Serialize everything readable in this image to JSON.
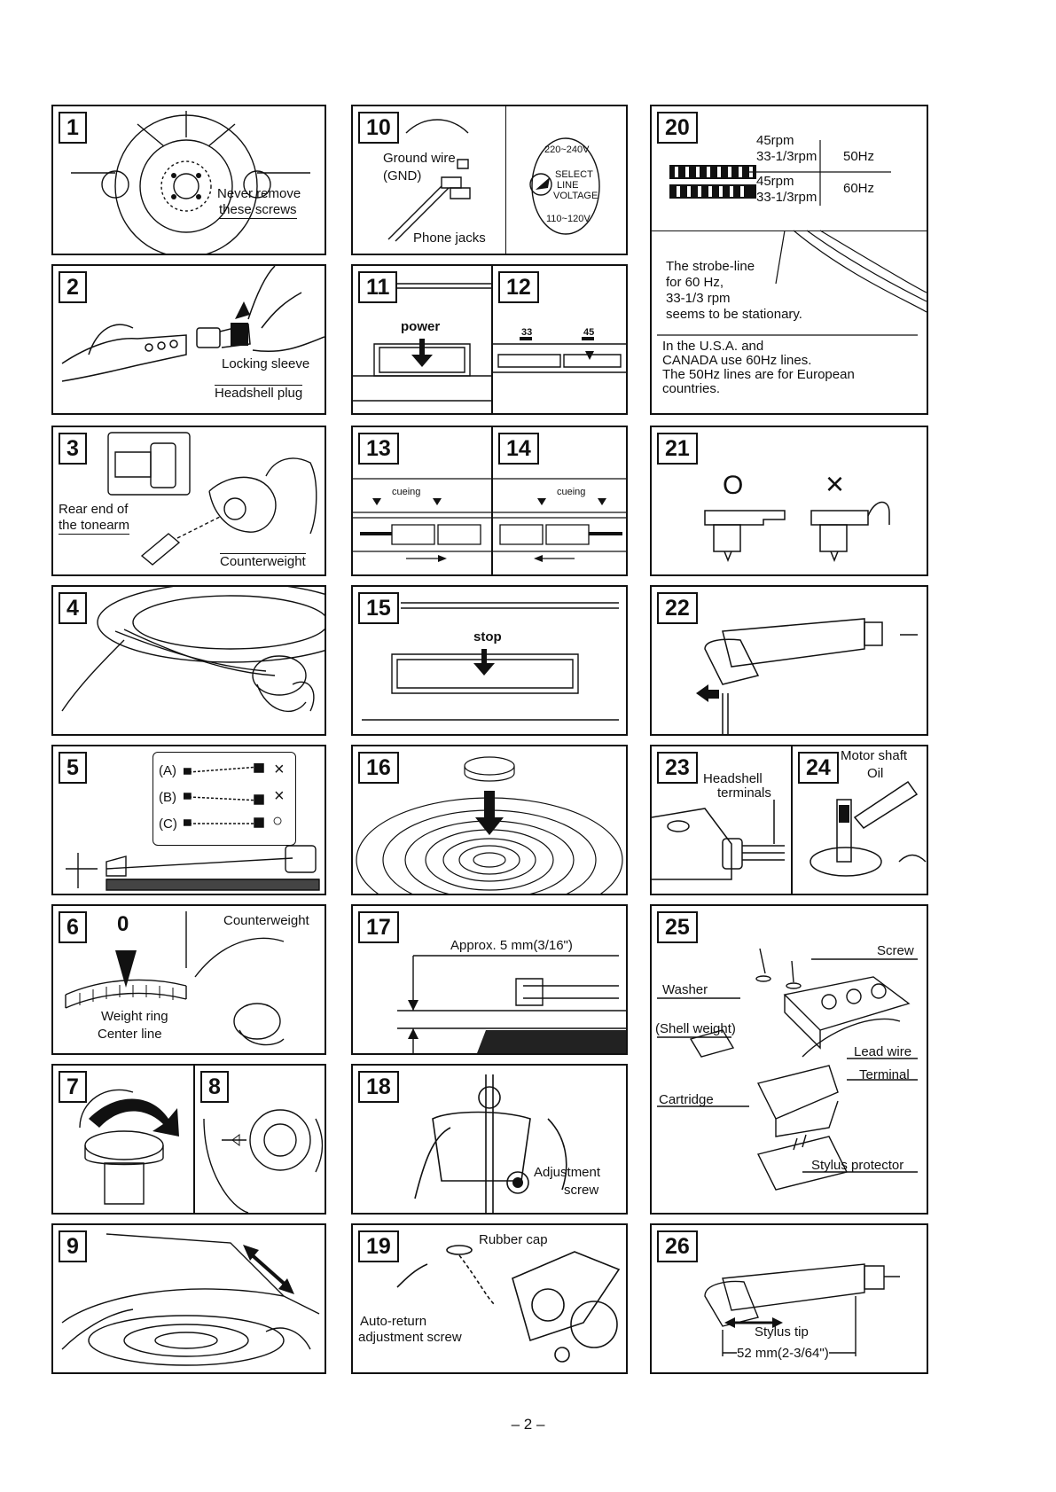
{
  "page": {
    "number": "– 2 –"
  },
  "panels": {
    "p1": {
      "num": "1",
      "labels": [
        "Never remove",
        "these screws"
      ]
    },
    "p2": {
      "num": "2",
      "labels": [
        "Locking sleeve",
        "Headshell plug"
      ]
    },
    "p3": {
      "num": "3",
      "labels": [
        "Rear end of",
        "the tonearm",
        "Counterweight"
      ]
    },
    "p4": {
      "num": "4"
    },
    "p5": {
      "num": "5",
      "options": [
        {
          "label": "(A)",
          "mark": "×"
        },
        {
          "label": "(B)",
          "mark": "×"
        },
        {
          "label": "(C)",
          "mark": "○"
        }
      ]
    },
    "p6": {
      "num": "6",
      "zero": "0",
      "labels": [
        "Counterweight",
        "Weight ring",
        "Center line"
      ]
    },
    "p7": {
      "num": "7"
    },
    "p8": {
      "num": "8"
    },
    "p9": {
      "num": "9"
    },
    "p10": {
      "num": "10",
      "labels": [
        "Ground wire",
        "(GND)",
        "Phone jacks"
      ],
      "selector": [
        "220~240V",
        "SELECT",
        "LINE",
        "VOLTAGE",
        "110~120V"
      ]
    },
    "p11": {
      "num": "11",
      "label": "power"
    },
    "p12": {
      "num": "12",
      "speeds": [
        "33",
        "45"
      ]
    },
    "p13": {
      "num": "13",
      "label": "cueing"
    },
    "p14": {
      "num": "14",
      "label": "cueing"
    },
    "p15": {
      "num": "15",
      "label": "stop"
    },
    "p16": {
      "num": "16"
    },
    "p17": {
      "num": "17",
      "label": "Approx. 5 mm(3/16\")"
    },
    "p18": {
      "num": "18",
      "labels": [
        "Adjustment",
        "screw"
      ]
    },
    "p19": {
      "num": "19",
      "labels": [
        "Rubber cap",
        "Auto-return",
        "adjustment screw"
      ]
    },
    "p20": {
      "num": "20",
      "strobe": [
        "45rpm",
        "33-1/3rpm",
        "45rpm",
        "33-1/3rpm"
      ],
      "freq": [
        "50Hz",
        "60Hz"
      ],
      "note1": [
        "The strobe-line",
        "for 60 Hz,",
        "33-1/3 rpm",
        "seems to be stationary."
      ],
      "note2": [
        "In the U.S.A. and",
        "CANADA use 60Hz lines.",
        "The 50Hz lines are for European",
        "countries."
      ]
    },
    "p21": {
      "num": "21",
      "ok": "O",
      "ng": "×"
    },
    "p22": {
      "num": "22"
    },
    "p23": {
      "num": "23",
      "labels": [
        "Headshell",
        "terminals"
      ]
    },
    "p24": {
      "num": "24",
      "labels": [
        "Motor shaft",
        "Oil"
      ]
    },
    "p25": {
      "num": "25",
      "labels": [
        "Screw",
        "Washer",
        "(Shell weight)",
        "Lead wire",
        "Terminal",
        "Cartridge",
        "Stylus protector"
      ]
    },
    "p26": {
      "num": "26",
      "labels": [
        "Stylus tip",
        "52 mm(2-3/64\")"
      ]
    }
  }
}
